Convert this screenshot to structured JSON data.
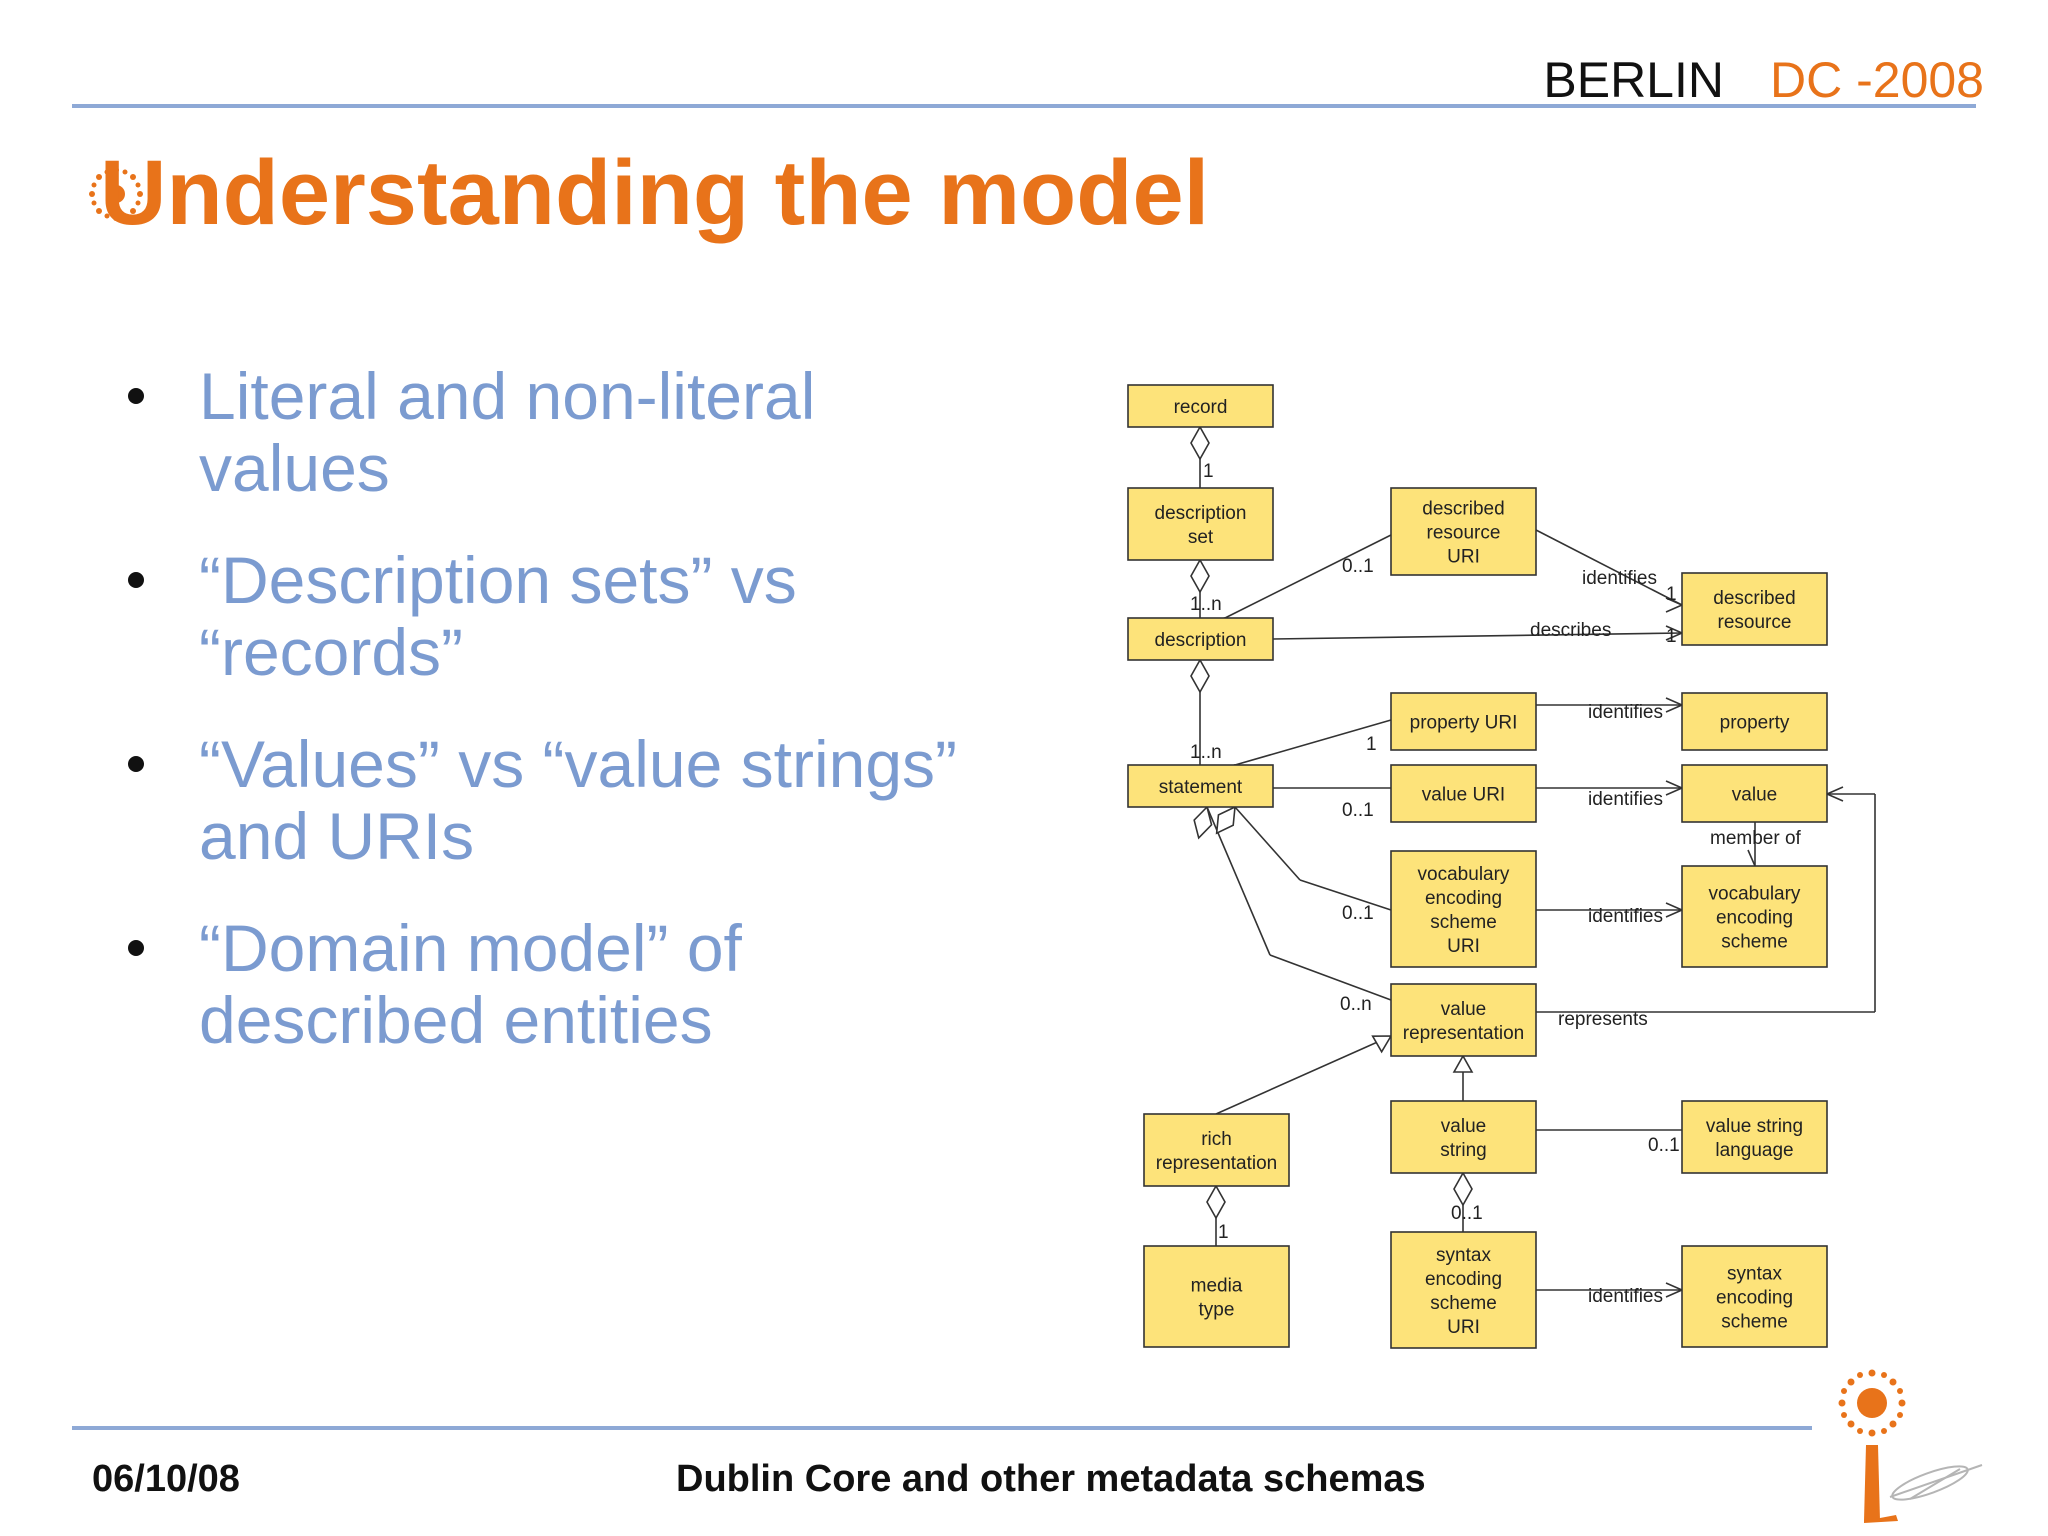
{
  "header": {
    "city": "BERLIN",
    "event": "DC -2008"
  },
  "title": "Understanding the model",
  "bullets": [
    {
      "line1": "Literal and non-literal",
      "line2": "values"
    },
    {
      "line1": "“Description sets” vs",
      "line2": "“records”"
    },
    {
      "line1": "“Values” vs “value strings”",
      "line2": "and URIs"
    },
    {
      "line1": "“Domain model” of",
      "line2": "described entities"
    }
  ],
  "diagram": {
    "boxes": {
      "record": [
        "record"
      ],
      "description_set": [
        "description",
        "set"
      ],
      "described_resource_uri": [
        "described",
        "resource",
        "URI"
      ],
      "described_resource": [
        "described",
        "resource"
      ],
      "description": [
        "description"
      ],
      "property_uri": [
        "property URI"
      ],
      "property": [
        "property"
      ],
      "statement": [
        "statement"
      ],
      "value_uri": [
        "value URI"
      ],
      "value": [
        "value"
      ],
      "ves_uri": [
        "vocabulary",
        "encoding",
        "scheme",
        "URI"
      ],
      "ves": [
        "vocabulary",
        "encoding",
        "scheme"
      ],
      "value_representation": [
        "value",
        "representation"
      ],
      "rich_representation": [
        "rich",
        "representation"
      ],
      "value_string": [
        "value",
        "string"
      ],
      "value_string_language": [
        "value string",
        "language"
      ],
      "media_type": [
        "media",
        "type"
      ],
      "ses_uri": [
        "syntax",
        "encoding",
        "scheme",
        "URI"
      ],
      "ses": [
        "syntax",
        "encoding",
        "scheme"
      ]
    },
    "labels": {
      "l1a": "1",
      "l1n_a": "1..n",
      "l01_a": "0..1",
      "identifies_a": "identifies",
      "l1b": "1",
      "describes": "describes",
      "l1c": "1",
      "l1n_b": "1..n",
      "identifies_b": "identifies",
      "l1d": "1",
      "l01_b": "0..1",
      "identifies_c": "identifies",
      "member_of": "member of",
      "l01_c": "0..1",
      "identifies_d": "identifies",
      "l0n": "0..n",
      "represents": "represents",
      "l01_d": "0..1",
      "l01_e": "0..1",
      "l1e": "1",
      "identifies_e": "identifies"
    }
  },
  "footer": {
    "date": "06/10/08",
    "title": "Dublin Core and other metadata schemas"
  },
  "colors": {
    "accent": "#e8731a",
    "bullet_text": "#7b9bd0",
    "rule": "#8ea9d6",
    "box_fill": "#fde37a"
  }
}
